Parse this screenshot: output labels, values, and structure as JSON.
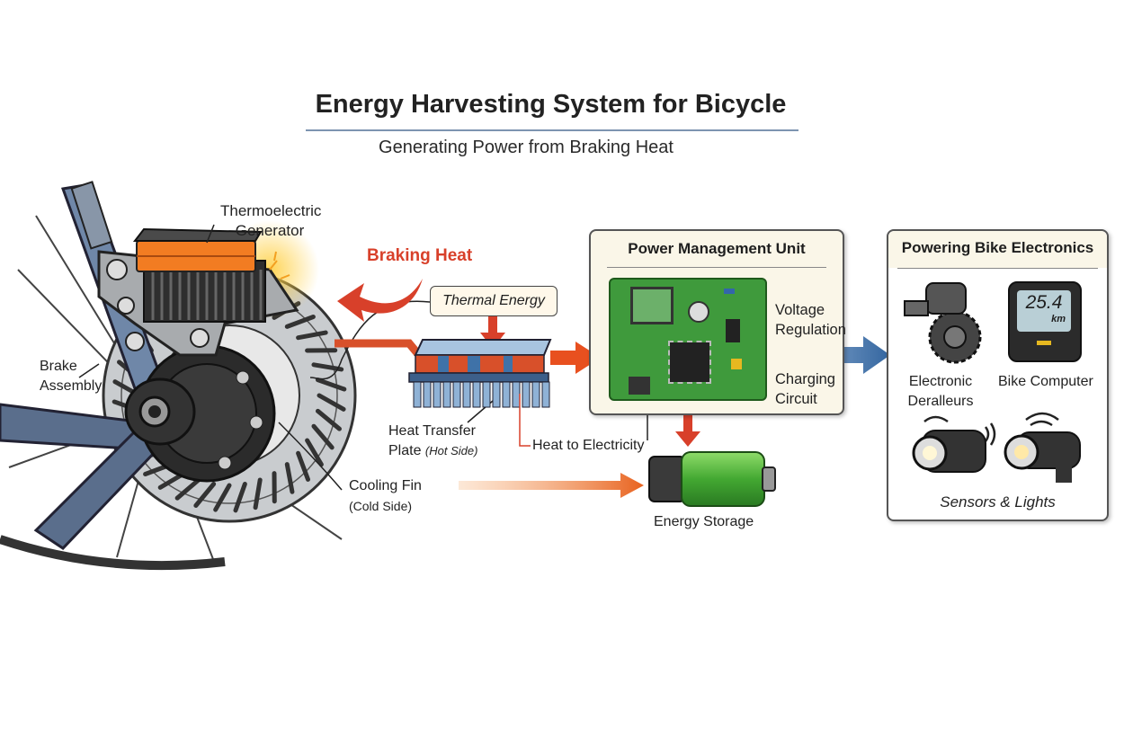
{
  "header": {
    "title": "Energy Harvesting System for Bicycle",
    "subtitle": "Generating Power from Braking Heat"
  },
  "left": {
    "teg_label_1": "Thermoelectric",
    "teg_label_2": "Generator",
    "brake_label_1": "Brake",
    "brake_label_2": "Assembly",
    "braking_heat": "Braking Heat",
    "thermal_energy": "Thermal Energy",
    "plate_label_1": "Heat Transfer",
    "plate_label_2": "Plate",
    "plate_label_hot": "(Hot Side)",
    "heat_to_electricity": "Heat to Electricity",
    "cooling_label_1": "Cooling Fin",
    "cooling_label_2": "(Cold Side)"
  },
  "pmu": {
    "title": "Power Management Unit",
    "voltage_1": "Voltage",
    "voltage_2": "Regulation",
    "charging_1": "Charging",
    "charging_2": "Circuit"
  },
  "storage": {
    "label": "Energy Storage"
  },
  "electronics": {
    "title": "Powering Bike Electronics",
    "derailleur_1": "Electronic",
    "derailleur_2": "Deralleurs",
    "computer": "Bike Computer",
    "computer_reading": "25.4",
    "computer_unit": "km",
    "sensors": "Sensors & Lights"
  },
  "colors": {
    "heat": "#d8402a",
    "orange": "#f07a22",
    "blue": "#3f72a8",
    "pcb": "#3f9a3c",
    "battery": "#4cae3a",
    "box_bg": "#faf6e8"
  }
}
